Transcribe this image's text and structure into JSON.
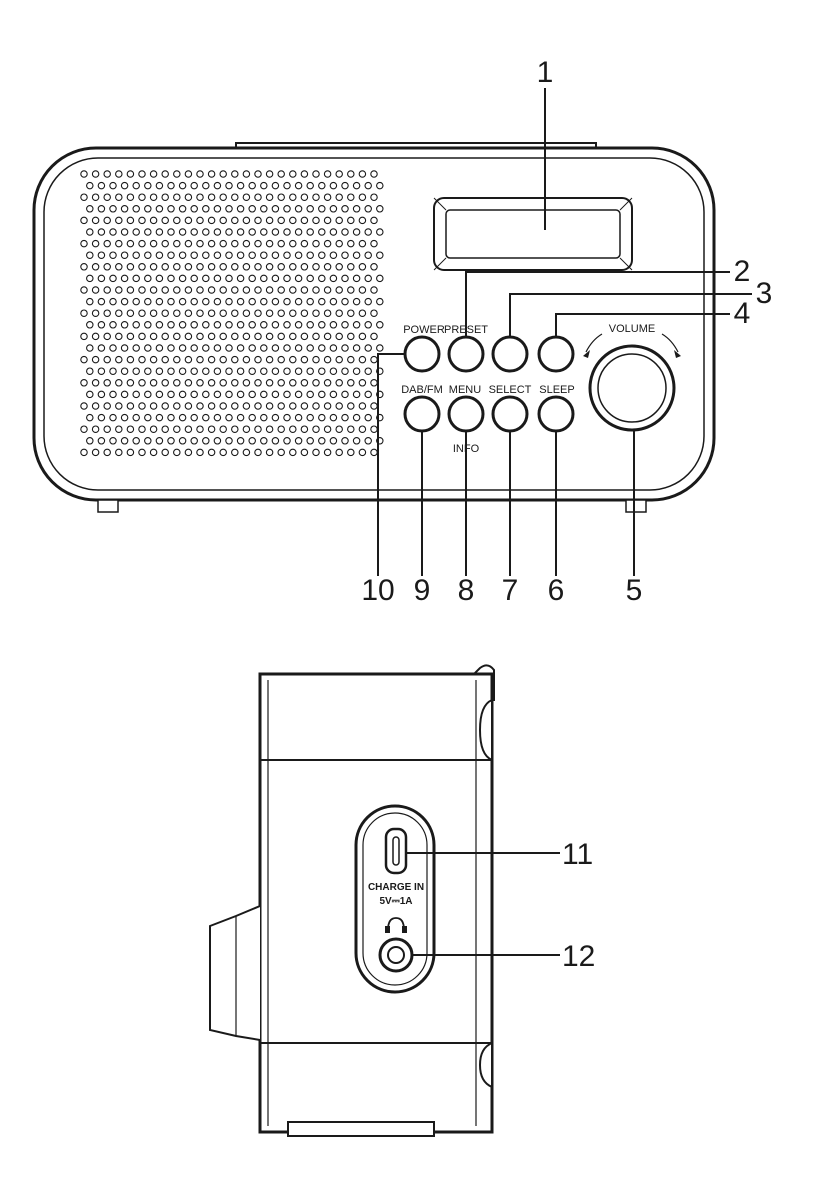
{
  "front_view": {
    "callouts": {
      "display": "1",
      "preset": "2",
      "down": "3",
      "up": "4",
      "volume": "5",
      "sleep": "6",
      "select": "7",
      "menu_info": "8",
      "dab_fm": "9",
      "power": "10"
    },
    "labels": {
      "power": "POWER",
      "preset": "PRESET",
      "volume": "VOLUME",
      "dab_fm": "DAB/FM",
      "menu": "MENU",
      "select": "SELECT",
      "sleep": "SLEEP",
      "info": "INFO"
    }
  },
  "side_view": {
    "callouts": {
      "charge_in": "11",
      "headphone": "12"
    },
    "labels": {
      "charge_in": "CHARGE IN",
      "rating": "5V⎓1A"
    },
    "icons": {
      "headphone": "headphone-icon"
    }
  }
}
